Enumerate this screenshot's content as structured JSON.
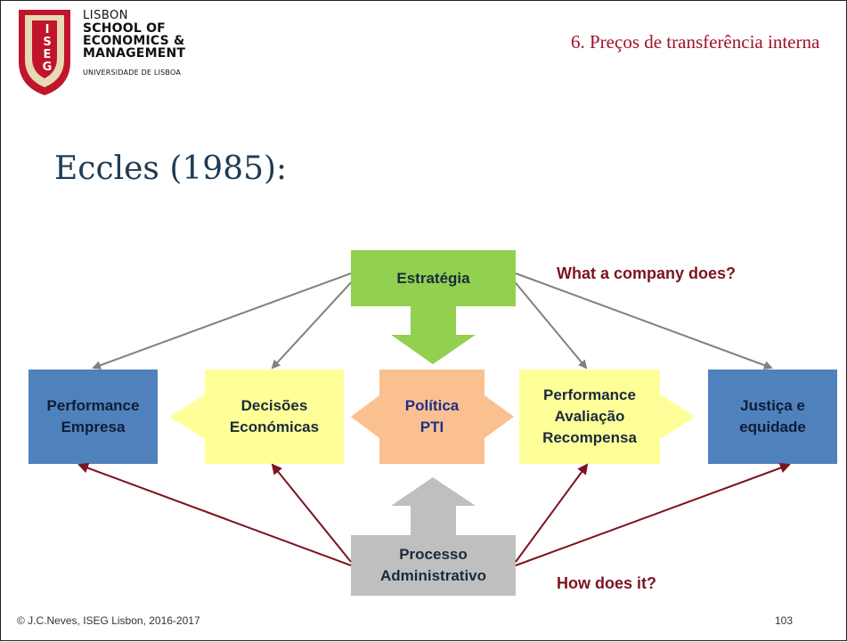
{
  "header": {
    "logo_letters": "ISEG",
    "school_lines": [
      "LISBON",
      "SCHOOL OF",
      "ECONOMICS &",
      "MANAGEMENT"
    ],
    "university": "UNIVERSIDADE DE LISBOA",
    "section_title": "6. Preços de transferência interna"
  },
  "title": "Eccles (1985):",
  "diagram": {
    "estrategia": "Estratégia",
    "performance_empresa": [
      "Performance",
      "Empresa"
    ],
    "decisoes": [
      "Decisões",
      "Económicas"
    ],
    "politica": [
      "Política",
      "PTI"
    ],
    "avaliacao": [
      "Performance",
      "Avaliação",
      "Recompensa"
    ],
    "justica": [
      "Justiça e",
      "equidade"
    ],
    "processo": [
      "Processo",
      "Administrativo"
    ],
    "annotation_top": "What a company does?",
    "annotation_bottom": "How does it?"
  },
  "colors": {
    "green": "#92d050",
    "blue": "#4f81bd",
    "yellow": "#ffff99",
    "peach": "#fac090",
    "gray": "#bfbfbf",
    "dark_red": "#7b1420",
    "gray_arrow": "#808080"
  },
  "footer": {
    "copyright": "© J.C.Neves, ISEG Lisbon, 2016-2017",
    "page_number": "103"
  }
}
